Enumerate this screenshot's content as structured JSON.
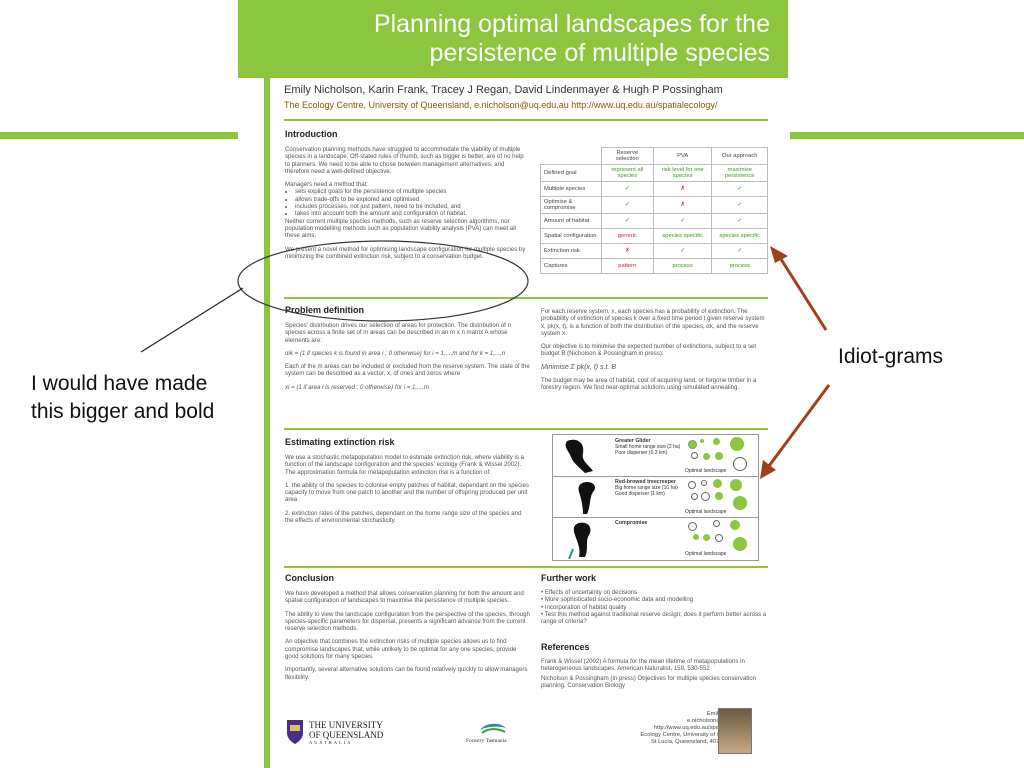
{
  "poster": {
    "title_line1": "Planning optimal landscapes for the",
    "title_line2": "persistence of multiple species",
    "authors": "Emily Nicholson, Karin Frank, Tracey J Regan, David Lindenmayer & Hugh P Possingham",
    "affiliation": "The Ecology Centre, University of Queensland,   e.nicholson@uq.edu.au    http://www.uq.edu.au/spatialecology/"
  },
  "intro": {
    "heading": "Introduction",
    "p1": "Conservation planning methods have struggled to accommodate the viability of multiple species in a landscape. Off-stated rules of thumb, such as bigger is better, are of no help to planners. We need to be able to chose between management alternatives, and therefore need a well-defined objective.",
    "p2": "Managers need a method that:",
    "bullets": [
      "sets explicit goals for the persistence of multiple species",
      "allows trade-offs to be explored and optimised",
      "includes processes, not just pattern, need to be included, and",
      "takes into account both the amount and configuration of habitat."
    ],
    "p3": "Neither current multiple species methods, such as reserve selection algorithms, nor population modelling methods such as population viability analysis (PVA) can meet all these aims.",
    "p4": "We present a novel method for optimising landscape configuration for multiple species by minimizing the combined extinction risk, subject to a conservation budget."
  },
  "table": {
    "headers": [
      "",
      "Reserve selection",
      "PVA",
      "Our approach"
    ],
    "rows": [
      [
        "Defined goal",
        "represent all species",
        "risk level for one species",
        "maximise persistence"
      ],
      [
        "Multiple species",
        "✓",
        "✗",
        "✓"
      ],
      [
        "Optimise & compromise",
        "✓",
        "✗",
        "✓"
      ],
      [
        "Amount of habitat",
        "✓",
        "✓",
        "✓"
      ],
      [
        "Spatial configuration",
        "generic",
        "species specific",
        "species specific"
      ],
      [
        "Extinction risk",
        "✗",
        "✓",
        "✓"
      ],
      [
        "Captures",
        "pattern",
        "process",
        "process"
      ]
    ]
  },
  "problem": {
    "heading": "Problem definition",
    "left_p1": "Species' distribution drives our selection of areas for protection. The distribution of n species across a finite set of m areas can be described in an m x n matrix A whose elements  are:",
    "left_eq1": "αik = {1 if species k is found in area i ; 0 otherwise}     for i = 1,...,m and for k = 1,...,n",
    "left_p2": "Each of the m areas can be included or excluded from the reserve system. The state of the system can be described as a vector, x, of ones and zeros where",
    "left_eq2": "xi = {1 if area i is reserved ; 0 otherwise}          for i = 1,...,m",
    "right_p1": "For each reserve system, x, each species has a probability of extinction. The probability of extinction of species k over a fixed time period t given reserve system x, pk(x, t), is a function of both the distribution of the species, αk, and the reserve system x.",
    "right_p2": "Our objective is to minimise the expected number of extinctions, subject to a set budget B (Nicholson & Possingham in press):",
    "right_eq": "Minimise  Σ pk(x, t)    s.t. B",
    "right_p3": "The budget may be area of habitat, cost of acquiring land, or forgone timber in a forestry region. We find near-optimal solutions using simulated annealing."
  },
  "extinction": {
    "heading": "Estimating extinction risk",
    "p1": "We use a stochastic metapopulation model to estimate extinction risk, where viability is a function of the landscape configuration and the species' ecology (Frank & Wissel 2002). The approximation formula for metapopulation extinction risk is a function of:",
    "p2": "1. the ability of the species to colonise empty patches of habitat, dependant on the species capacity to move from one patch to another and the number of offspring produced per unit area",
    "p3": "2. extinction rates of the patches, dependant on the home range size of the species and the effects of environmental stochasticity.",
    "fig": [
      {
        "name": "Greater Glider",
        "desc1": "Small home range size (2 ha)",
        "desc2": "Poor disperser (0.3 km)",
        "caption": "Optimal landscape"
      },
      {
        "name": "Red-browed treecreeper",
        "desc1": "Big home range size (10 ha)",
        "desc2": "Good disperser (1 km)",
        "caption": "Optimal landscape"
      },
      {
        "name": "Compromise",
        "desc1": "",
        "desc2": "",
        "caption": "Optimal landscape"
      }
    ]
  },
  "conclusion": {
    "heading": "Conclusion",
    "p1": "We have developed a method that allows conservation planning for both the amount and spatial configuration of landscapes to maximise the persistence of multiple species.",
    "p2": "The ability to view the landscape configuration from the perspective of the species, through species-specific parameters for dispersal, presents a significant advance from the current reserve selection methods.",
    "p3": "An objective that combines the extinction risks of multiple species allows us to find compromise landscapes that, while unlikely to be optimal for any one species, provide good solutions for many species.",
    "p4": "Importantly, several alternative solutions can be found relatively quickly to allow managers flexibility."
  },
  "further": {
    "heading": "Further work",
    "bullets": [
      "Effects of uncertainty on decisions",
      "More sophisticated socio-economic data and modelling",
      "Incorporation of habitat quality",
      "Test this method against traditional reserve design; does it perform better across a range of criteria?"
    ]
  },
  "references": {
    "heading": "References",
    "r1": "Frank & Wissel (2002) A formula for the mean lifetime of metapopulations in heterogeneous landscapes. American Naturalist, 159, 530-552",
    "r2": "Nicholson & Possingham (in press) Objectives for multiple species conservation planning. Conservation Biology"
  },
  "contact": {
    "l1": "Emily Nicholson",
    "l2": "e.nicholson@uq.edu.au",
    "l3": "http://www.uq.edu.au/spatialecology/",
    "l4": "Ecology Centre, University of Queensland",
    "l5": "St Lucia, Queensland, 4072, Australia"
  },
  "logos": {
    "uq1": "THE UNIVERSITY",
    "uq2": "OF QUEENSLAND",
    "uq3": "AUSTRALIA",
    "forestry": "Forestry Tasmania"
  },
  "annotations": {
    "left": "I would have made this bigger and bold",
    "right": "Idiot-grams"
  },
  "colors": {
    "accent": "#8cc63f",
    "arrow": "#a0401a"
  }
}
